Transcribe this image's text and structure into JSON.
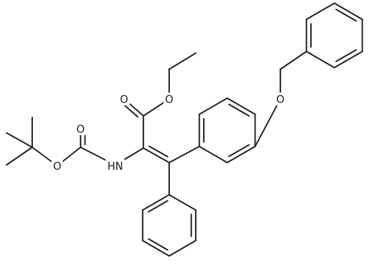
{
  "structure": {
    "atom_labels": [
      {
        "id": "o-carbonyl-ester",
        "text": "O"
      },
      {
        "id": "o-ester",
        "text": "O"
      },
      {
        "id": "o-ether",
        "text": "O"
      },
      {
        "id": "o-carbonyl-boc",
        "text": "O"
      },
      {
        "id": "o-boc",
        "text": "O"
      },
      {
        "id": "n-amide",
        "text": "HN"
      }
    ]
  }
}
